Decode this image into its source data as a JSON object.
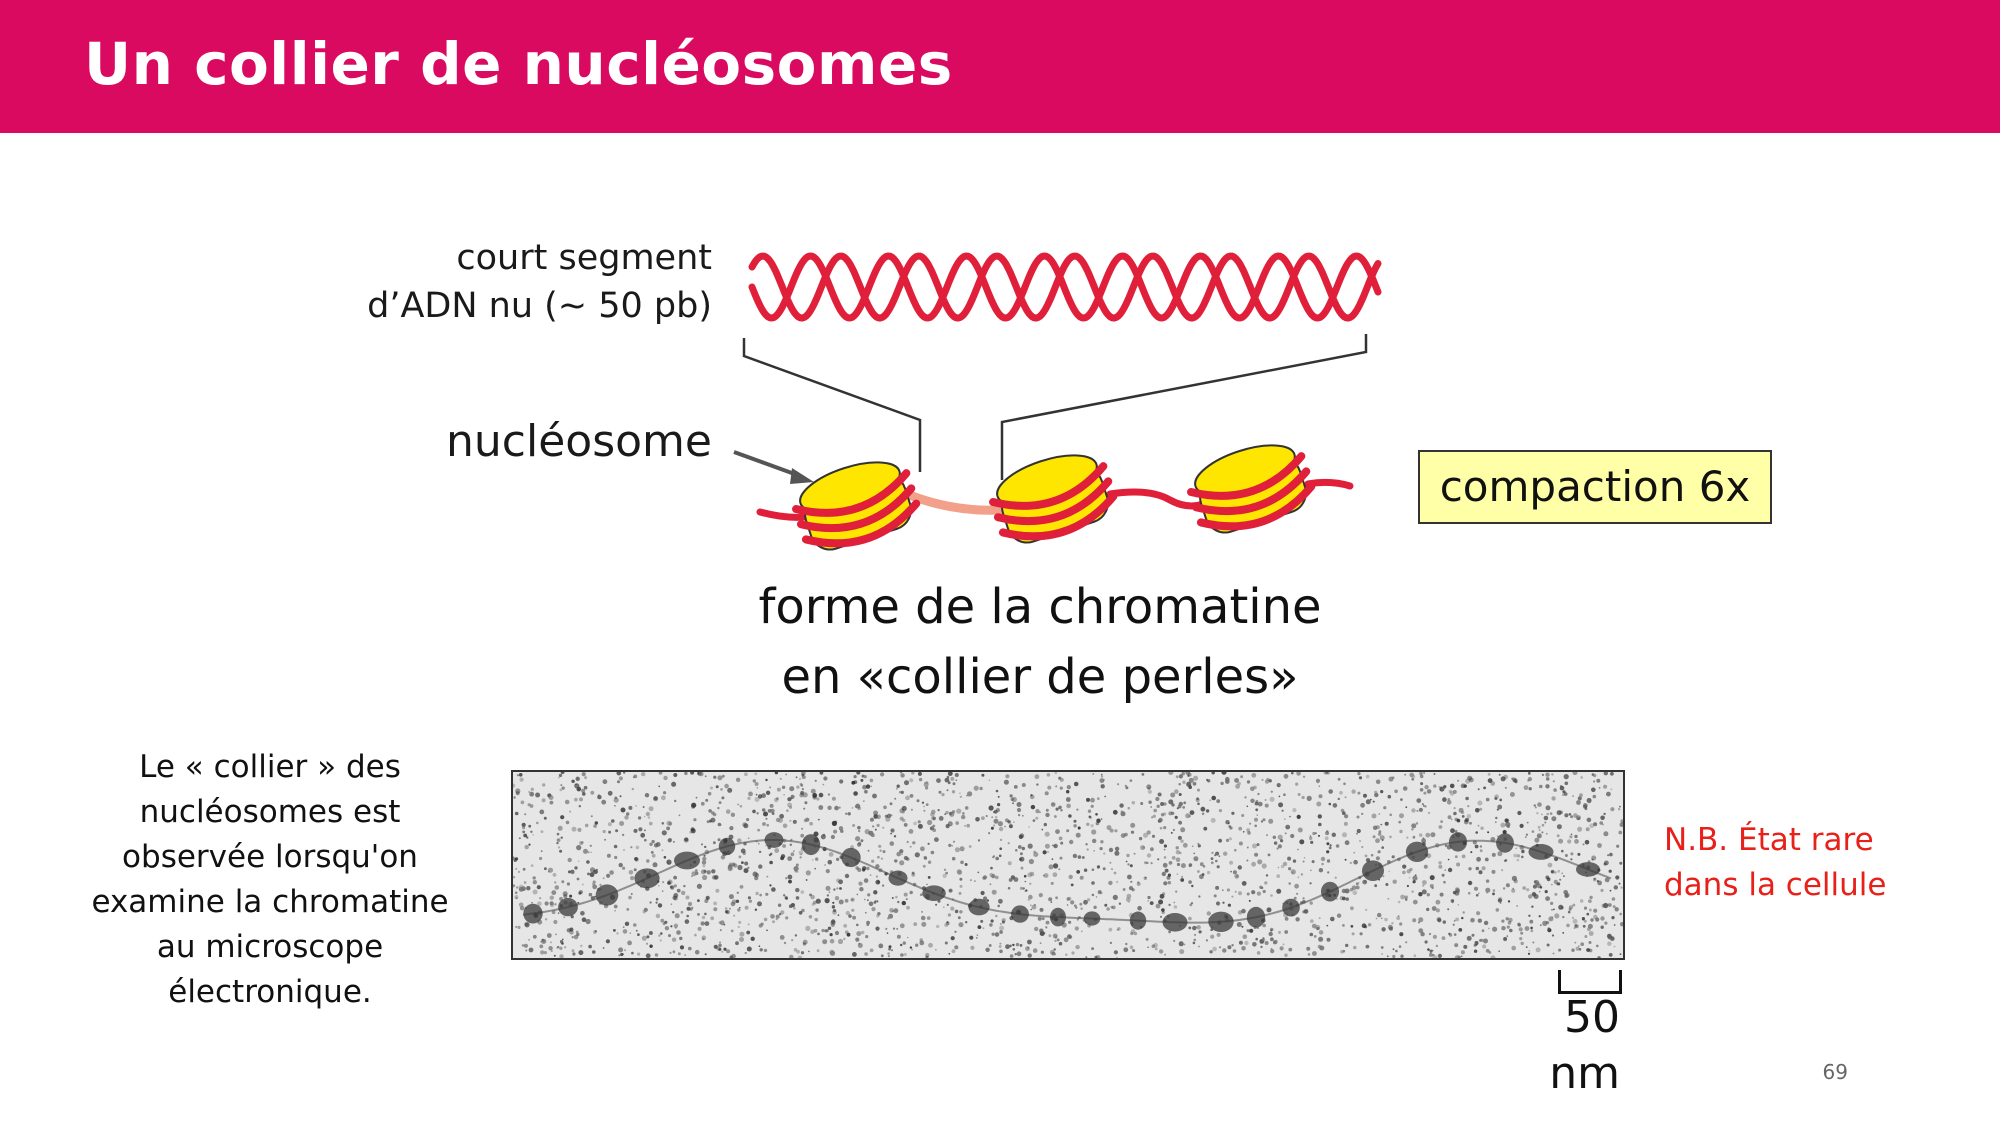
{
  "header": {
    "title": "Un collier de nucléosomes",
    "color": "#d90a60"
  },
  "diagram": {
    "dna_label_lines": [
      "court segment",
      "d’ADN nu (~ 50 pb)"
    ],
    "nucleosome_label": "nucléosome",
    "compaction_label": "compaction 6x",
    "caption_lines": [
      "forme de la chromatine",
      "en «collier de perles»"
    ],
    "dna_color": "#e0203a",
    "linker_color": "#f2a089",
    "histone_color": "#ffe600"
  },
  "micrograph": {
    "scale_label": "50 nm"
  },
  "side_note": {
    "lines": [
      "Le « collier » des",
      "nucléosomes est",
      "observée lorsqu'on",
      "examine la chromatine",
      "au microscope",
      "électronique."
    ]
  },
  "nb_note": {
    "lines": [
      "N.B. État rare",
      "dans la cellule"
    ],
    "color": "#e8201a"
  },
  "footer": {
    "page_number": "69"
  }
}
